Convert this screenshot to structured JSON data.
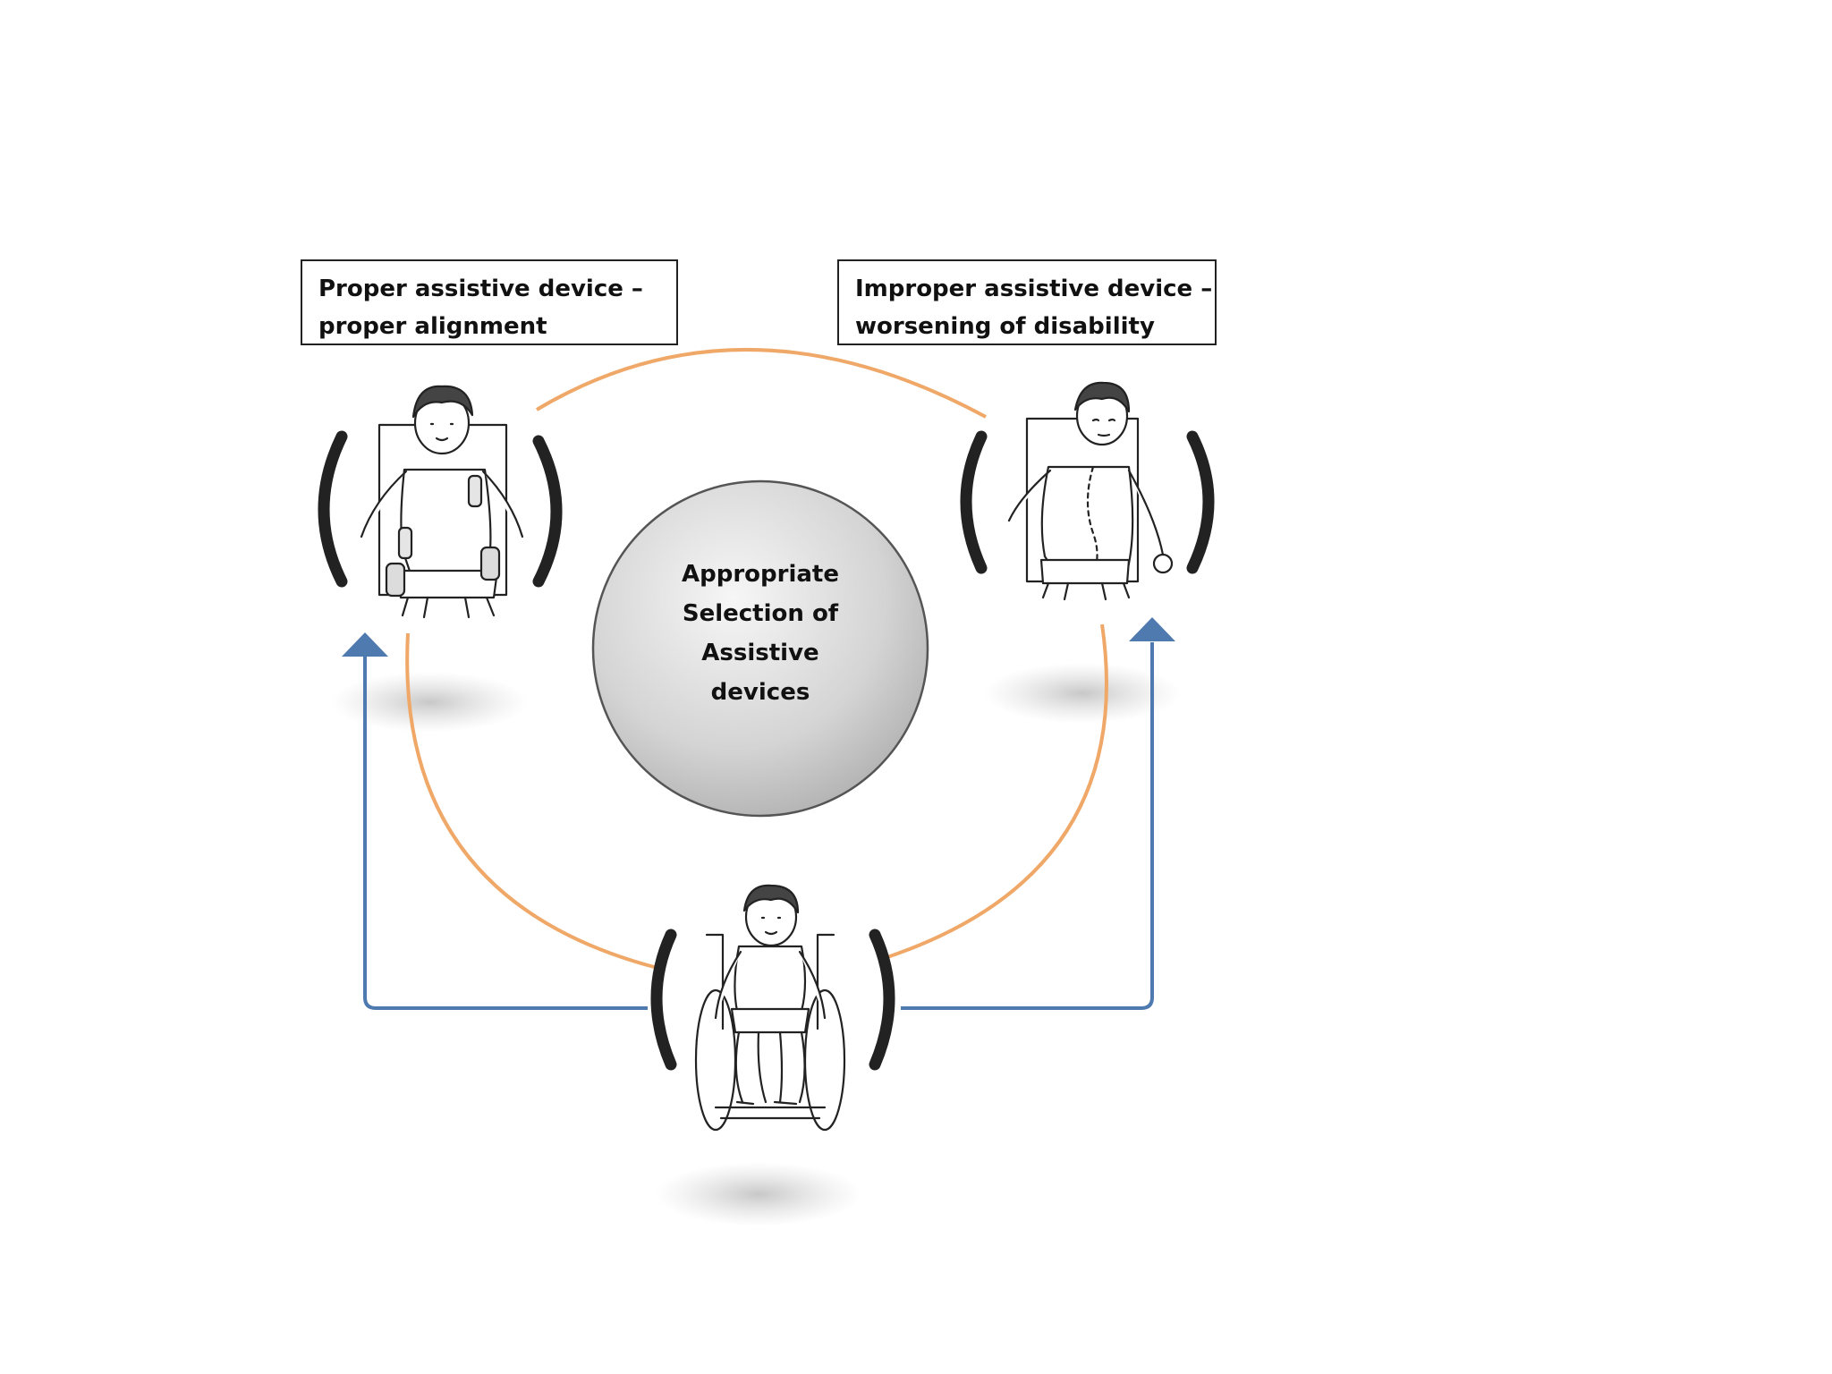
{
  "diagram": {
    "center_label": [
      "Appropriate",
      "Selection of",
      "Assistive",
      "devices"
    ],
    "left_box": [
      "Proper assistive device –",
      "proper alignment"
    ],
    "right_box": [
      "Improper assistive device –",
      "worsening of disability"
    ],
    "figures": {
      "left": "child-seated-proper-alignment",
      "right": "child-seated-scoliosis",
      "bottom": "child-in-wheelchair"
    },
    "colors": {
      "cycle_ring": "#F0A868",
      "arrows": "#4F7AAF",
      "center_circle_fill": "#D6D6D6",
      "center_circle_edge": "#555555",
      "brackets": "#222222",
      "box_border": "#222222"
    }
  }
}
